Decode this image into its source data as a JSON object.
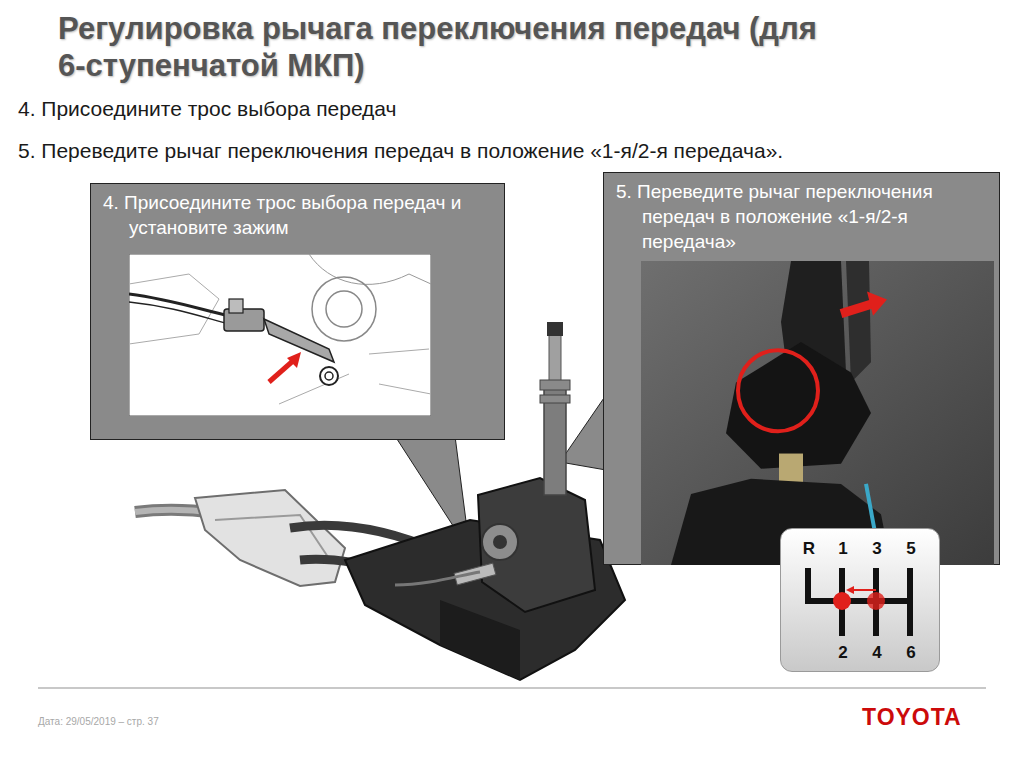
{
  "diagram": {
    "title": "Регулировка рычага переключения передач (для 6-ступенчатой МКП)",
    "nodes": [
      {
        "text": [
          "4. Присоедините трос выбора передач и установите зажим"
        ]
      },
      {
        "text": [
          "5. Переведите рычаг переключения передач в положение «1-я/2-я передача»"
        ]
      },
      {
        "text": [
          "R",
          "1",
          "3",
          "5",
          "2",
          "4",
          "6"
        ]
      }
    ],
    "labels": [
      "4. Присоедините трос выбора передач",
      "5. Переведите рычаг переключения передач в положение «1-я/2-я передача».",
      "Дата: 29/05/2019 – стр. 37",
      "TOYOTA"
    ]
  }
}
